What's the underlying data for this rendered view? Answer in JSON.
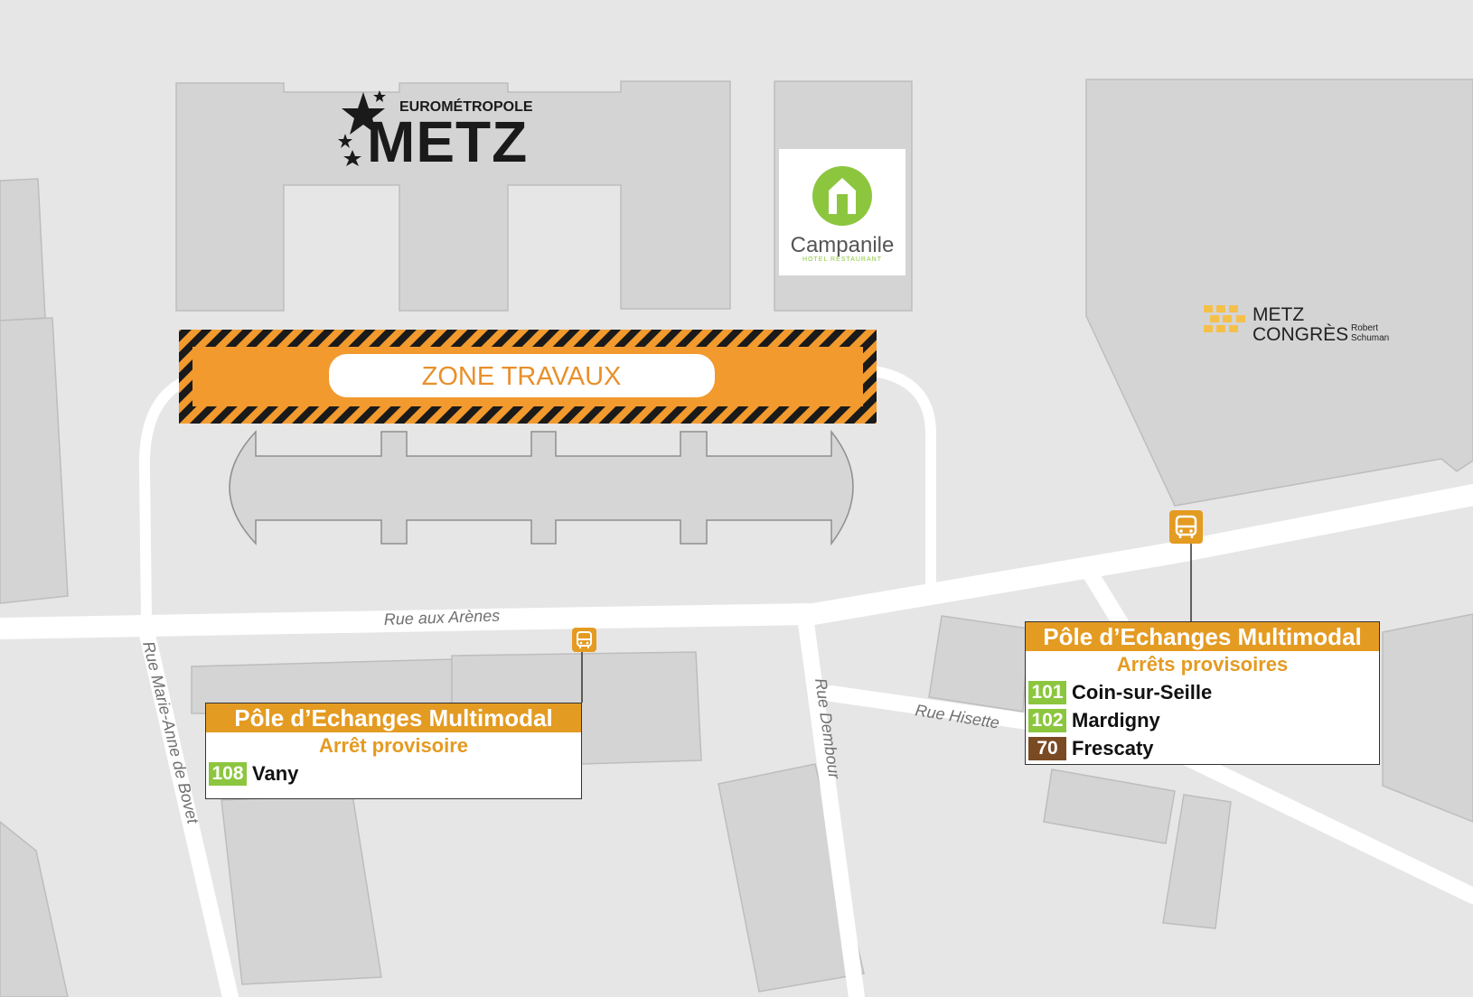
{
  "roads": {
    "rue_aux_arenes": "Rue aux Arènes",
    "rue_marie_anne": "Rue Marie-Anne de Bovet",
    "rue_dembour": "Rue Dembour",
    "rue_hisette": "Rue Hisette"
  },
  "work_zone": {
    "label": "ZONE TRAVAUX"
  },
  "logos": {
    "metz_top": "EUROMÉTROPOLE",
    "metz_main": "METZ",
    "campanile_name": "Campanile",
    "campanile_sub": "HOTEL RESTAURANT",
    "congres_line1": "METZ",
    "congres_line2": "CONGRÈS",
    "congres_small1": "Robert",
    "congres_small2": "Schuman"
  },
  "stop_left": {
    "title": "Pôle d’Echanges Multimodal",
    "subtitle": "Arrêt provisoire",
    "lines": [
      {
        "number": "108",
        "destination": "Vany",
        "color": "#8cc63f"
      }
    ]
  },
  "stop_right": {
    "title": "Pôle d’Echanges Multimodal",
    "subtitle": "Arrêts provisoires",
    "lines": [
      {
        "number": "101",
        "destination": "Coin-sur-Seille",
        "color": "#8cc63f"
      },
      {
        "number": "102",
        "destination": "Mardigny",
        "color": "#8cc63f"
      },
      {
        "number": "70",
        "destination": "Frescaty",
        "color": "#7a4a22"
      }
    ]
  },
  "colors": {
    "accent": "#e49b22",
    "work_orange": "#f29a2e",
    "line_green": "#8cc63f",
    "line_brown": "#7a4a22"
  },
  "icons": [
    "bus-stop-icon",
    "campanile-logo-icon"
  ]
}
